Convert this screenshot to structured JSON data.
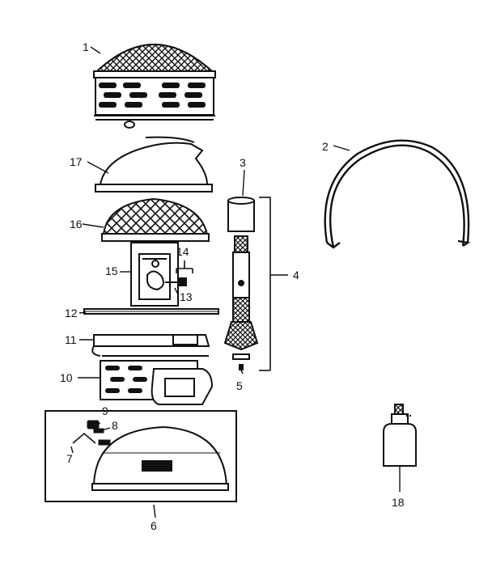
{
  "diagram": {
    "callouts": [
      {
        "id": "p1",
        "label": "1"
      },
      {
        "id": "p2",
        "label": "2"
      },
      {
        "id": "p3",
        "label": "3"
      },
      {
        "id": "p4",
        "label": "4"
      },
      {
        "id": "p5",
        "label": "5"
      },
      {
        "id": "p6",
        "label": "6"
      },
      {
        "id": "p7",
        "label": "7"
      },
      {
        "id": "p8",
        "label": "8"
      },
      {
        "id": "p9",
        "label": "9"
      },
      {
        "id": "p10",
        "label": "10"
      },
      {
        "id": "p11",
        "label": "11"
      },
      {
        "id": "p12",
        "label": "12"
      },
      {
        "id": "p13",
        "label": "13"
      },
      {
        "id": "p14",
        "label": "14"
      },
      {
        "id": "p15",
        "label": "15"
      },
      {
        "id": "p16",
        "label": "16"
      },
      {
        "id": "p17",
        "label": "17"
      },
      {
        "id": "p18",
        "label": "18"
      }
    ]
  },
  "colors": {
    "ink": "#111111",
    "paper": "#ffffff"
  }
}
